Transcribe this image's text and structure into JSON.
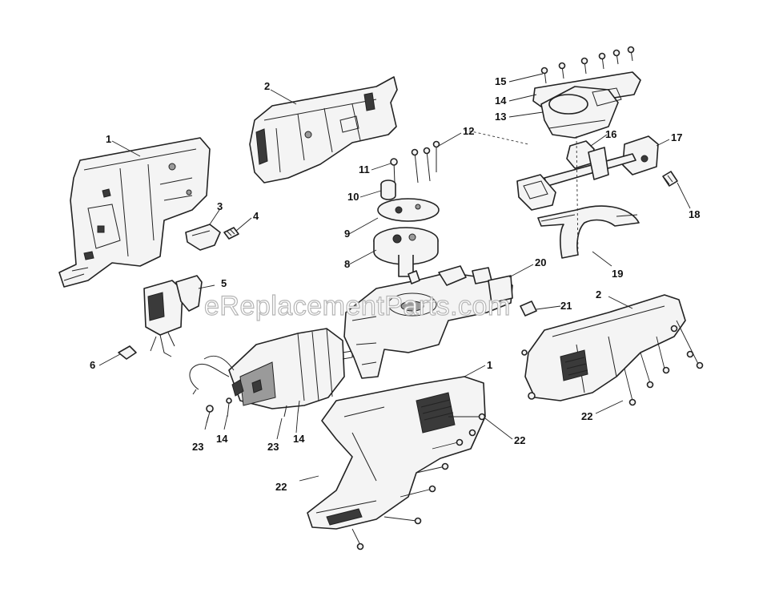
{
  "watermark": "eReplacementParts.com",
  "callouts": {
    "c1a": "1",
    "c1b": "1",
    "c2a": "2",
    "c2b": "2",
    "c3": "3",
    "c4": "4",
    "c5": "5",
    "c6": "6",
    "c8": "8",
    "c9": "9",
    "c10": "10",
    "c11": "11",
    "c12": "12",
    "c13": "13",
    "c14a": "14",
    "c14b": "14",
    "c14c": "14",
    "c15": "15",
    "c16": "16",
    "c17": "17",
    "c18": "18",
    "c19": "19",
    "c20": "20",
    "c21": "21",
    "c22a": "22",
    "c22b": "22",
    "c22c": "22",
    "c23a": "23",
    "c23b": "23"
  }
}
